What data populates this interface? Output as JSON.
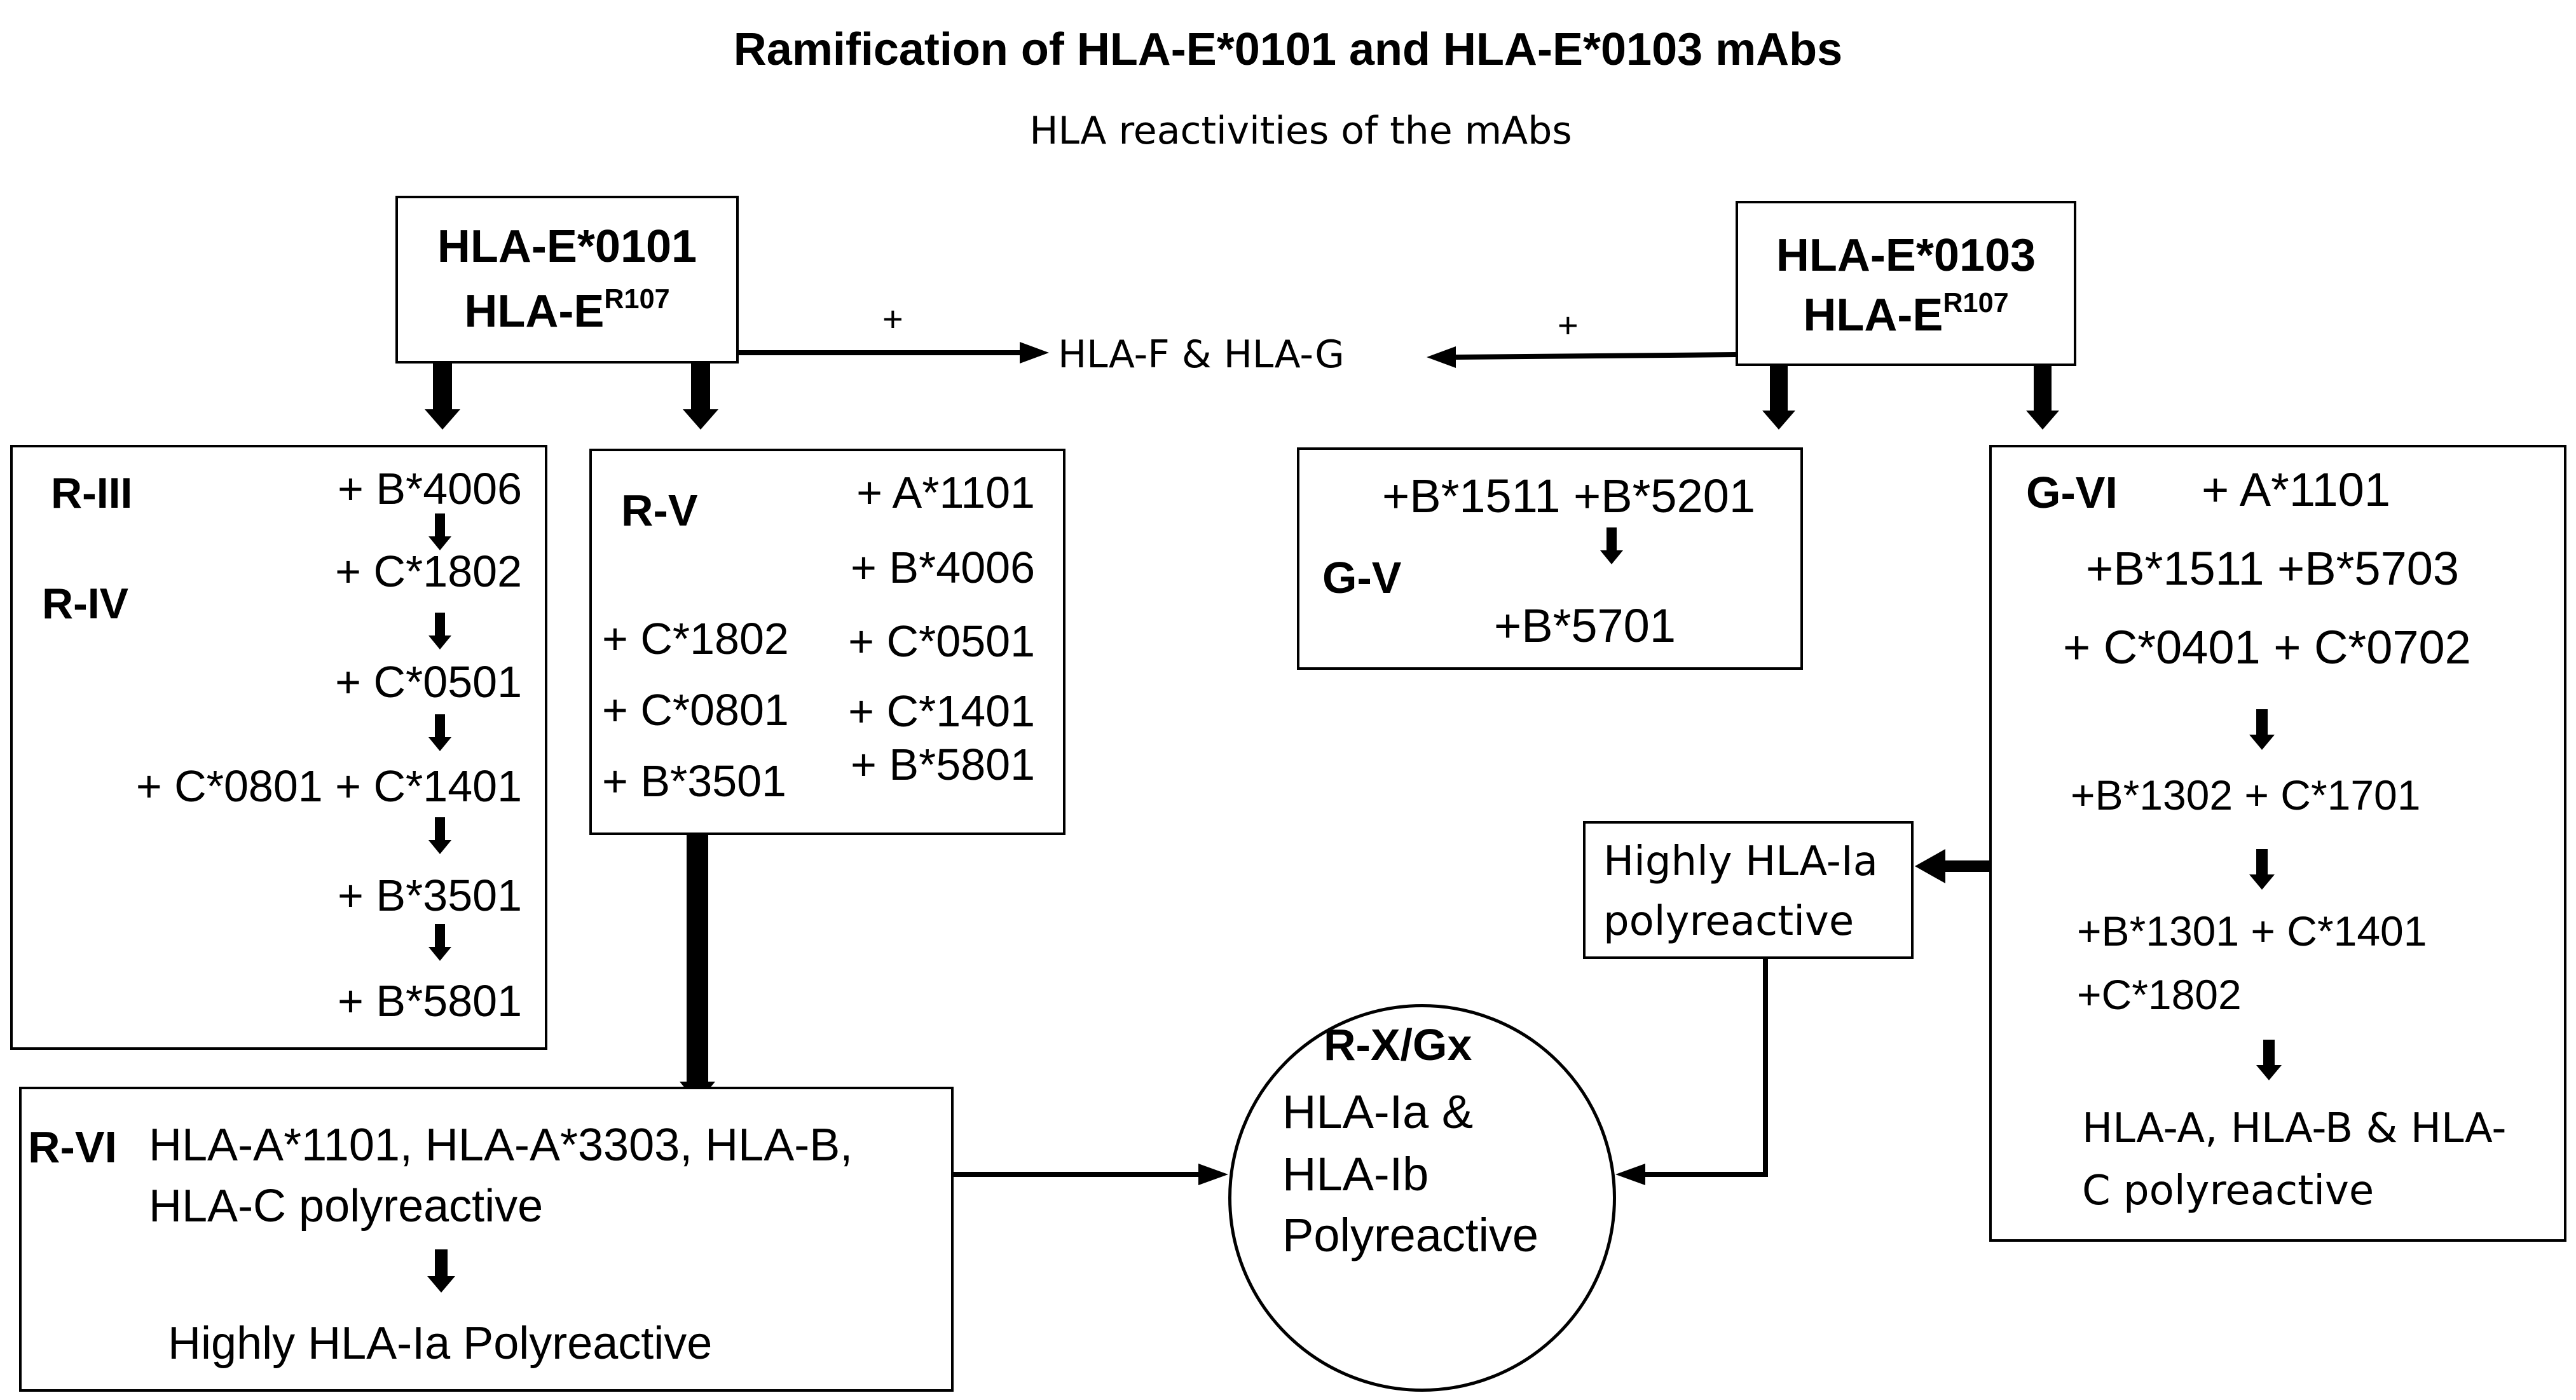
{
  "header": {
    "title": "Ramification of HLA-E*0101 and HLA-E*0103 mAbs",
    "subtitle": "HLA reactivities of the mAbs"
  },
  "e0101": {
    "line1": "HLA-E*0101",
    "line2_base": "HLA-E",
    "line2_sup": "R107"
  },
  "e0103": {
    "line1": "HLA-E*0103",
    "line2_base": "HLA-E",
    "line2_sup": "R107"
  },
  "plus_left": "+",
  "plus_right": "+",
  "hla_fg": "HLA-F & HLA-G",
  "r3r4": {
    "label_r3": "R-III",
    "label_r4": "R-IV",
    "steps": [
      "+ B*4006",
      "+ C*1802",
      "+ C*0501",
      "+ C*0801 + C*1401",
      "+ B*3501",
      "+ B*5801"
    ]
  },
  "r5": {
    "label": "R-V",
    "items": [
      "+ A*1101",
      "+ B*4006",
      "+ C*1802",
      "+ C*0501",
      "+ C*0801",
      "+ C*1401",
      "+ B*3501",
      "+ B*5801"
    ]
  },
  "g5": {
    "label": "G-V",
    "top": "+B*1511 +B*5201",
    "bottom": "+B*5701"
  },
  "g6": {
    "label": "G-VI",
    "line1": "+ A*1101",
    "line2": "+B*1511 +B*5703",
    "line3": "+ C*0401  + C*0702",
    "line4": "+B*1302 + C*1701",
    "line5": "+B*1301 + C*1401",
    "line6": "+C*1802",
    "line7": "HLA-A, HLA-B & HLA-",
    "line8": "C polyreactive"
  },
  "highly_ia": {
    "line1": "Highly HLA-Ia",
    "line2": "polyreactive"
  },
  "r6": {
    "label": "R-VI",
    "line1": "HLA-A*1101, HLA-A*3303, HLA-B,",
    "line2": "HLA-C polyreactive",
    "bottom": "Highly HLA-Ia Polyreactive"
  },
  "rx": {
    "label": "R-X/Gx",
    "line1": "HLA-Ia &",
    "line2": "HLA-Ib",
    "line3": "Polyreactive"
  }
}
